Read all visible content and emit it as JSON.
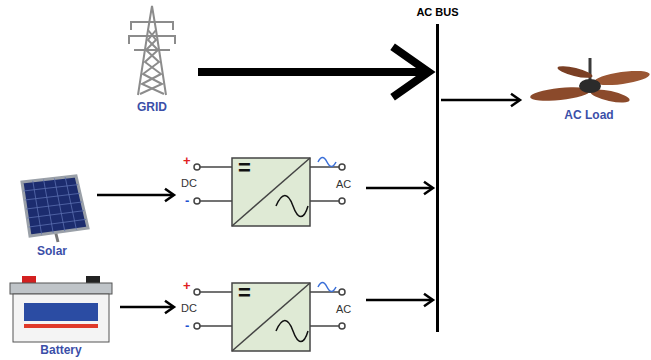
{
  "diagram": {
    "nodes": [
      {
        "text": [
          "AC BUS"
        ]
      },
      {
        "text": [
          "GRID"
        ]
      },
      {
        "text": [
          "AC Load"
        ]
      },
      {
        "text": [
          "Solar"
        ]
      },
      {
        "text": [
          "="
        ]
      },
      {
        "text": [
          "Battery"
        ]
      },
      {
        "text": [
          "="
        ]
      }
    ],
    "edges": [
      {
        "from": 1,
        "to": 0,
        "arrow": "to"
      },
      {
        "from": 0,
        "to": 2,
        "arrow": "to"
      },
      {
        "from": 3,
        "to": 4,
        "arrow": "to"
      },
      {
        "from": 4,
        "to": 0,
        "arrow": "to"
      },
      {
        "from": 5,
        "to": 6,
        "arrow": "to"
      },
      {
        "from": 6,
        "to": 0,
        "arrow": "to"
      }
    ],
    "labels": [
      "+",
      "DC",
      "-",
      "AC",
      "+",
      "DC",
      "-",
      "AC"
    ]
  }
}
